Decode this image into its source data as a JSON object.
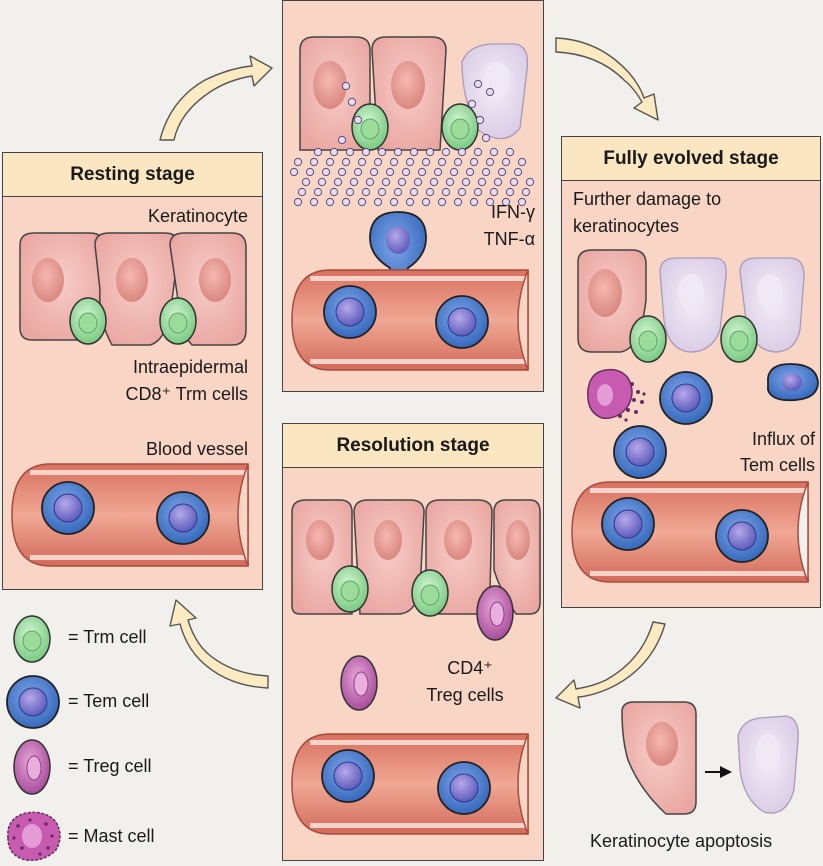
{
  "panels": {
    "resting": {
      "title": "Resting stage",
      "label_keratinocyte": "Keratinocyte",
      "label_trm_line1": "Intraepidermal",
      "label_trm_line2": "CD8⁺ Trm cells",
      "label_vessel": "Blood vessel"
    },
    "early": {
      "cytokine1": "IFN-γ",
      "cytokine2": "TNF-α"
    },
    "fully_evolved": {
      "title": "Fully evolved stage",
      "damage_line1": "Further damage to",
      "damage_line2": "keratinocytes",
      "influx_line1": "Influx of",
      "influx_line2": "Tem cells"
    },
    "resolution": {
      "title": "Resolution stage",
      "treg_line1": "CD4⁺",
      "treg_line2": "Treg cells"
    }
  },
  "legend": [
    {
      "label": "= Trm cell",
      "icon": "trm-cell-icon"
    },
    {
      "label": "= Tem cell",
      "icon": "tem-cell-icon"
    },
    {
      "label": "= Treg cell",
      "icon": "treg-cell-icon"
    },
    {
      "label": "= Mast cell",
      "icon": "mast-cell-icon"
    }
  ],
  "apoptosis_label": "Keratinocyte apoptosis",
  "colors": {
    "panel_bg": "#f8d5c5",
    "header_bg": "#fbe6c2",
    "keratinocyte": "#f0b6b0",
    "apoptotic_keratinocyte": "#e6dcef",
    "trm": "#8fd694",
    "tem": "#3f79c9",
    "treg": "#b65aa8",
    "mast": "#c65bb0",
    "vessel": "#e8867a",
    "arrow": "#fcebc2"
  }
}
